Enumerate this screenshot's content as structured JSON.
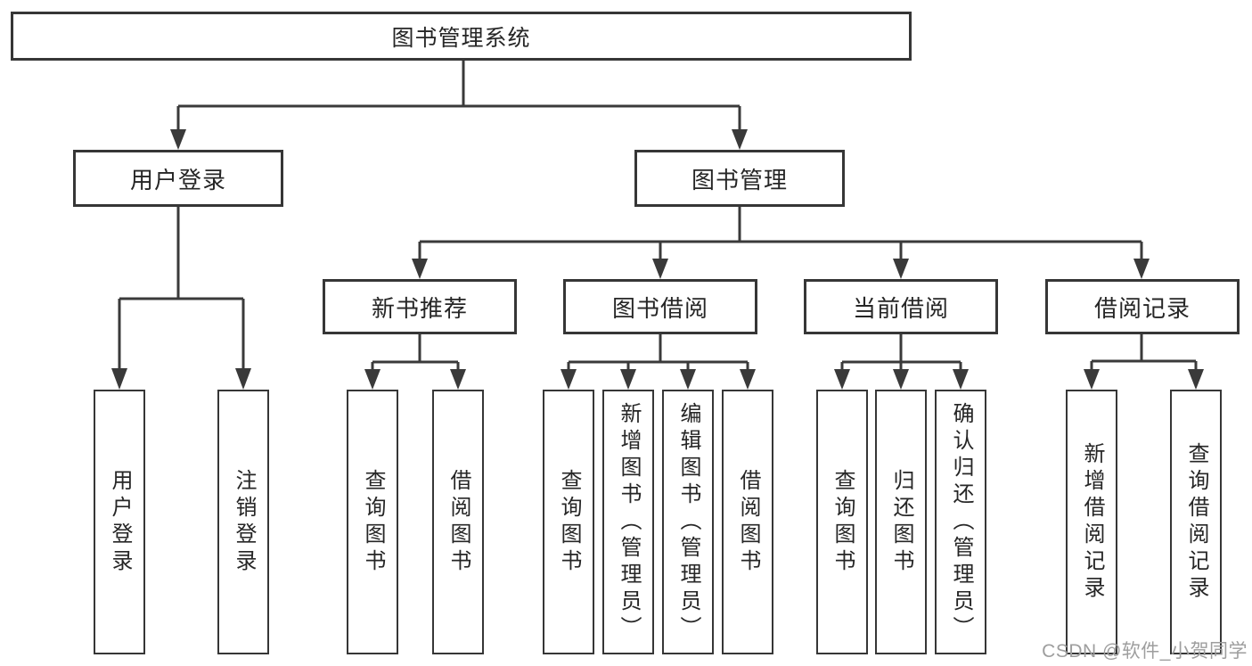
{
  "diagram_type": "hierarchy-tree",
  "colors": {
    "background": "#ffffff",
    "box_border": "#363636",
    "line": "#3a3a3a",
    "text": "#262626",
    "watermark": "#9e9e9e"
  },
  "watermark": "CSDN @软件_小贺同学",
  "tree": {
    "root": {
      "label": "图书管理系统",
      "children": [
        {
          "label": "用户登录",
          "children": [
            {
              "label": "用户登录"
            },
            {
              "label": "注销登录"
            }
          ]
        },
        {
          "label": "图书管理",
          "children": [
            {
              "label": "新书推荐",
              "children": [
                {
                  "label": "查询图书"
                },
                {
                  "label": "借阅图书"
                }
              ]
            },
            {
              "label": "图书借阅",
              "children": [
                {
                  "label": "查询图书"
                },
                {
                  "label": "新增图书（管理员）"
                },
                {
                  "label": "编辑图书（管理员）"
                },
                {
                  "label": "借阅图书"
                }
              ]
            },
            {
              "label": "当前借阅",
              "children": [
                {
                  "label": "查询图书"
                },
                {
                  "label": "归还图书"
                },
                {
                  "label": "确认归还（管理员）"
                }
              ]
            },
            {
              "label": "借阅记录",
              "children": [
                {
                  "label": "新增借阅记录"
                },
                {
                  "label": "查询借阅记录"
                }
              ]
            }
          ]
        }
      ]
    }
  }
}
